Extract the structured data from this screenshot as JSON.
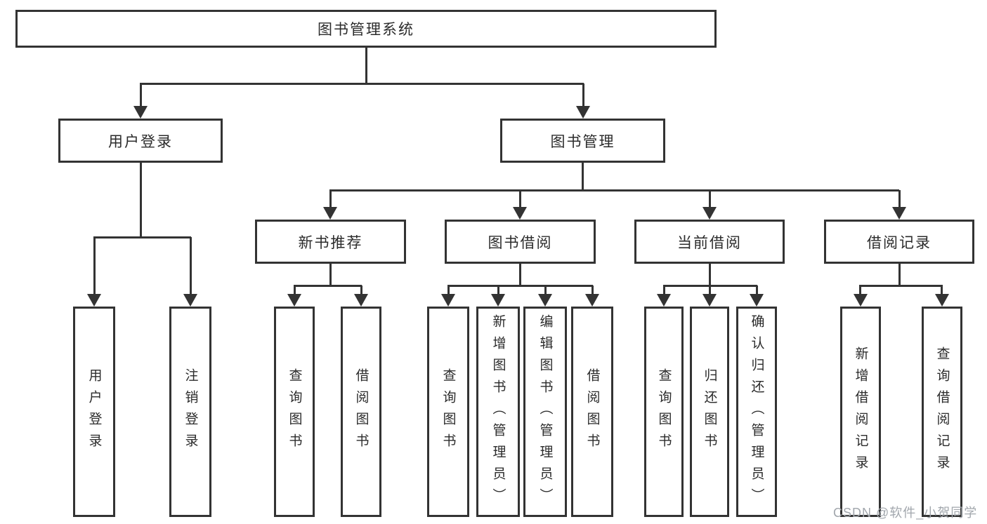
{
  "title": "图书管理系统",
  "watermark": "CSDN @软件_小贺同学",
  "colors": {
    "line": "#333333",
    "text": "#2b2b2b",
    "box_background": "#ffffff",
    "watermark": "#a2a7ad",
    "page_background": "#ffffff"
  },
  "tree": {
    "root": "图书管理系统",
    "branches": [
      {
        "label": "用户登录",
        "children": [
          "用户登录",
          "注销登录"
        ]
      },
      {
        "label": "图书管理",
        "groups": [
          {
            "label": "新书推荐",
            "children": [
              "查询图书",
              "借阅图书"
            ]
          },
          {
            "label": "图书借阅",
            "children": [
              "查询图书",
              "新增图书（管理员）",
              "编辑图书（管理员）",
              "借阅图书"
            ]
          },
          {
            "label": "当前借阅",
            "children": [
              "查询图书",
              "归还图书",
              "确认归还（管理员）"
            ]
          },
          {
            "label": "借阅记录",
            "children": [
              "新增借阅记录",
              "查询借阅记录"
            ]
          }
        ]
      }
    ]
  }
}
